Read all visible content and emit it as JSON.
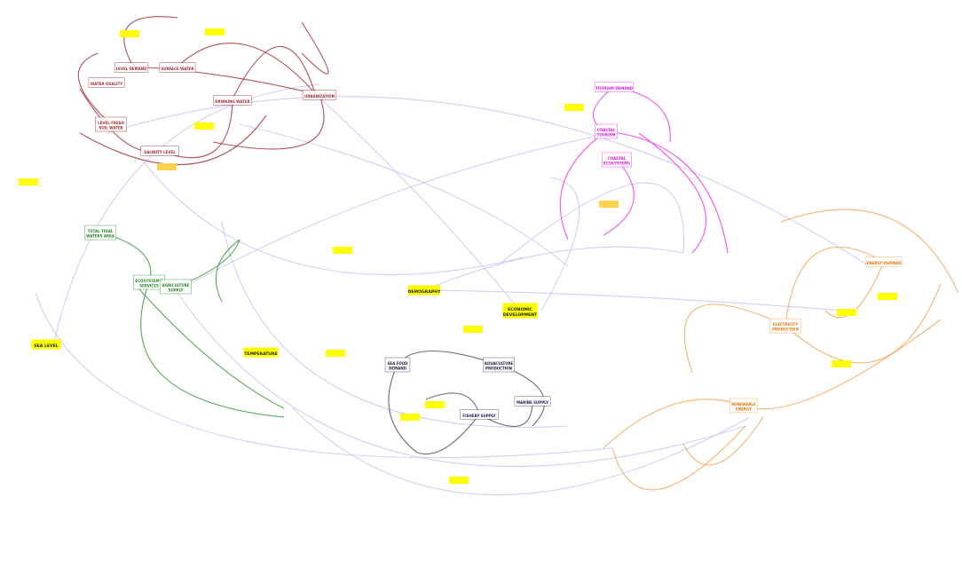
{
  "colors": {
    "background": "#ffffff",
    "link_default": "#b9b9f3",
    "link_water": "#a3323a",
    "link_coastal": "#ea3bea",
    "link_energy": "#f4a654",
    "link_ecosystem": "#3c9a3c",
    "link_food": "#555555",
    "text_water": "#a3323a",
    "text_coastal": "#d81ed8",
    "text_energy": "#e07a10",
    "text_ecosystem": "#2d862d",
    "text_food": "#22224f",
    "text_default": "#444444",
    "highlight": "#ffff00",
    "highlight_orange": "#ffd24d"
  },
  "nodes": [
    {
      "id": "water_demand",
      "label": "LEVEL DEMAND",
      "group": "water"
    },
    {
      "id": "surface_water",
      "label": "SURFACE WATER",
      "group": "water"
    },
    {
      "id": "water_quality",
      "label": "WATER QUALITY",
      "group": "water"
    },
    {
      "id": "level_fresh",
      "label": "LEVEL FRESH SOIL WATER",
      "group": "water"
    },
    {
      "id": "salinity",
      "label": "SALINITY LEVEL",
      "group": "water"
    },
    {
      "id": "urbanization",
      "label": "URBANIZATION",
      "group": "water"
    },
    {
      "id": "drinking_water",
      "label": "DRINKING WATER",
      "group": "water"
    },
    {
      "id": "tourism_demand",
      "label": "TOURISM DEMAND",
      "group": "coastal"
    },
    {
      "id": "coastal_tourism",
      "label": "COASTAL TOURISM",
      "group": "coastal"
    },
    {
      "id": "coastal_ecosystems",
      "label": "COASTAL ECOSYSTEMS",
      "group": "coastal"
    },
    {
      "id": "total_wetland",
      "label": "TOTAL TIDAL WATERS AREA",
      "group": "ecosystem"
    },
    {
      "id": "ecosystem_services",
      "label": "ECOSYSTEM'S SERVICES",
      "group": "ecosystem"
    },
    {
      "id": "agriculture_supply",
      "label": "AGRICULTURE SUPPLY",
      "group": "ecosystem"
    },
    {
      "id": "demography",
      "label": "DEMOGRAPHY",
      "group": "driver"
    },
    {
      "id": "economic_development",
      "label": "ECONOMIC DEVELOPMENT",
      "group": "driver"
    },
    {
      "id": "temperature",
      "label": "TEMPERATURE",
      "group": "driver"
    },
    {
      "id": "sea_level",
      "label": "SEA LEVEL",
      "group": "driver"
    },
    {
      "id": "aquaculture_production",
      "label": "AQUACULTURE PRODUCTION",
      "group": "food"
    },
    {
      "id": "sea_food_demand",
      "label": "SEA FOOD DEMAND",
      "group": "food"
    },
    {
      "id": "fish_supply",
      "label": "FISHERY SUPPLY",
      "group": "food"
    },
    {
      "id": "marine_supply",
      "label": "MARINE SUPPLY",
      "group": "food"
    },
    {
      "id": "electricity_production",
      "label": "ELECTRICITY PRODUCTION",
      "group": "energy"
    },
    {
      "id": "energy_demand",
      "label": "ENERGY DEMAND",
      "group": "energy"
    },
    {
      "id": "renewable_energy",
      "label": "RENEWABLE ENERGY",
      "group": "energy"
    }
  ]
}
